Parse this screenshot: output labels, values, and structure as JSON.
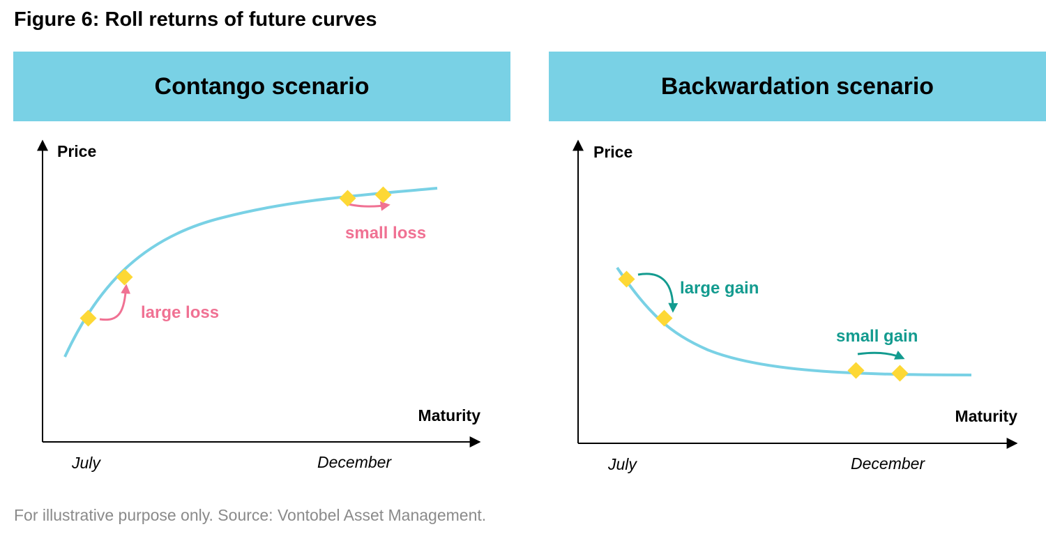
{
  "figure": {
    "title": "Figure 6: Roll returns of future curves"
  },
  "colors": {
    "header": "#79d1e5",
    "curve": "#79d1e5",
    "marker": "#fdd835",
    "loss": "#f07193",
    "gain": "#139b8f"
  },
  "panels": [
    {
      "header": "Contango scenario",
      "y_label": "Price",
      "x_label": "Maturity",
      "ticks": [
        "July",
        "December"
      ],
      "annotations": [
        "large loss",
        "small loss"
      ]
    },
    {
      "header": "Backwardation scenario",
      "y_label": "Price",
      "x_label": "Maturity",
      "ticks": [
        "July",
        "December"
      ],
      "annotations": [
        "large gain",
        "small gain"
      ]
    }
  ],
  "source": "For illustrative purpose only. Source: Vontobel Asset Management."
}
